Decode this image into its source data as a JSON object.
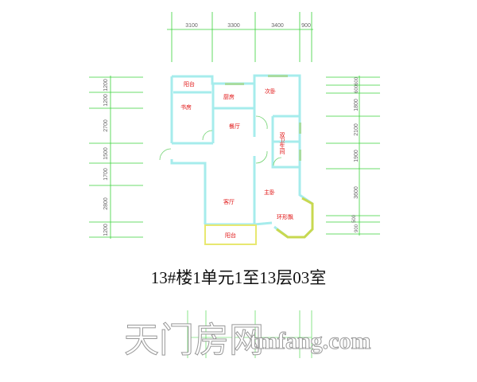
{
  "title": "13#楼1单元1至13层03室",
  "dimensions": {
    "top": [
      "3100",
      "3300",
      "3400",
      "900"
    ],
    "left": [
      "1200",
      "1200",
      "2700",
      "1500",
      "1700",
      "2800",
      "1200"
    ],
    "right": [
      "600",
      "600",
      "1800",
      "2100",
      "1900",
      "3600",
      "500",
      "900"
    ]
  },
  "rooms": {
    "balcony_top": "阳台",
    "study": "书房",
    "kitchen": "厨房",
    "second_bedroom": "次卧",
    "dining": "餐厅",
    "bathroom": "双卫生间",
    "master_bedroom": "主卧",
    "living": "客厅",
    "bay_window": "环形飘",
    "balcony_bottom": "阳台"
  },
  "watermark": {
    "cn": "天门房网",
    "en": "tmfang.com"
  },
  "colors": {
    "wall": "#a6ecec",
    "dimension_line": "#3ad23a",
    "room_label": "#e01010",
    "balcony_bottom": "#e8e870",
    "window": "#a8dca0"
  }
}
